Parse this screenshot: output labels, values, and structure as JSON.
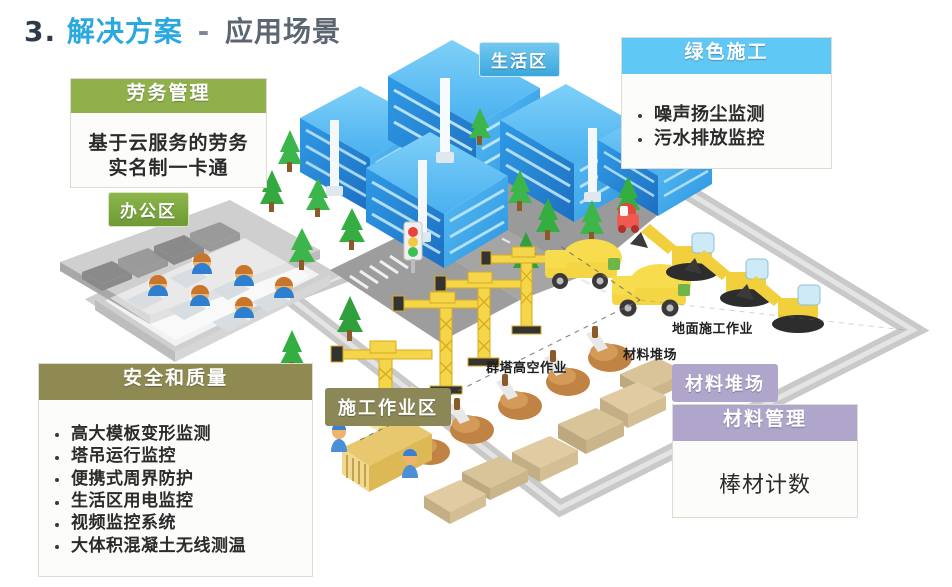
{
  "slide": {
    "title": {
      "number": "3.",
      "primary": "解决方案",
      "dash": "-",
      "secondary": "应用场景"
    }
  },
  "colors": {
    "title_blue": "#2aa8e0",
    "title_gray": "#5c6670",
    "labor_green": "#8fb04a",
    "green_construction_blue": "#5fc8f5",
    "safety_olive": "#8e8a52",
    "material_purple": "#b0a6cc",
    "site_tag_olive": "#8b8756",
    "building_blue": "#2b9ee8",
    "crane_yellow": "#f5d33f",
    "ground_gray": "#bdbdbd"
  },
  "panels": {
    "labor": {
      "header": "劳务管理",
      "lines": [
        "基于云服务的劳务",
        "实名制一卡通"
      ]
    },
    "green_construction": {
      "header": "绿色施工",
      "items": [
        "噪声扬尘监测",
        "污水排放监控"
      ]
    },
    "safety_quality": {
      "header": "安全和质量",
      "items": [
        "高大模板变形监测",
        "塔吊运行监控",
        "便携式周界防护",
        "生活区用电监控",
        "视频监控系统",
        "大体积混凝土无线测温"
      ]
    },
    "material_management": {
      "header": "材料管理",
      "lines": [
        "棒材计数"
      ]
    }
  },
  "tags": {
    "living_area": "生活区",
    "office_area": "办公区",
    "construction_area": "施工作业区",
    "material_yard": "材料堆场"
  },
  "scene_labels": {
    "ground_work": "地面施工作业",
    "material_yard": "材料堆场",
    "tower_crane_work": "群塔高空作业"
  }
}
